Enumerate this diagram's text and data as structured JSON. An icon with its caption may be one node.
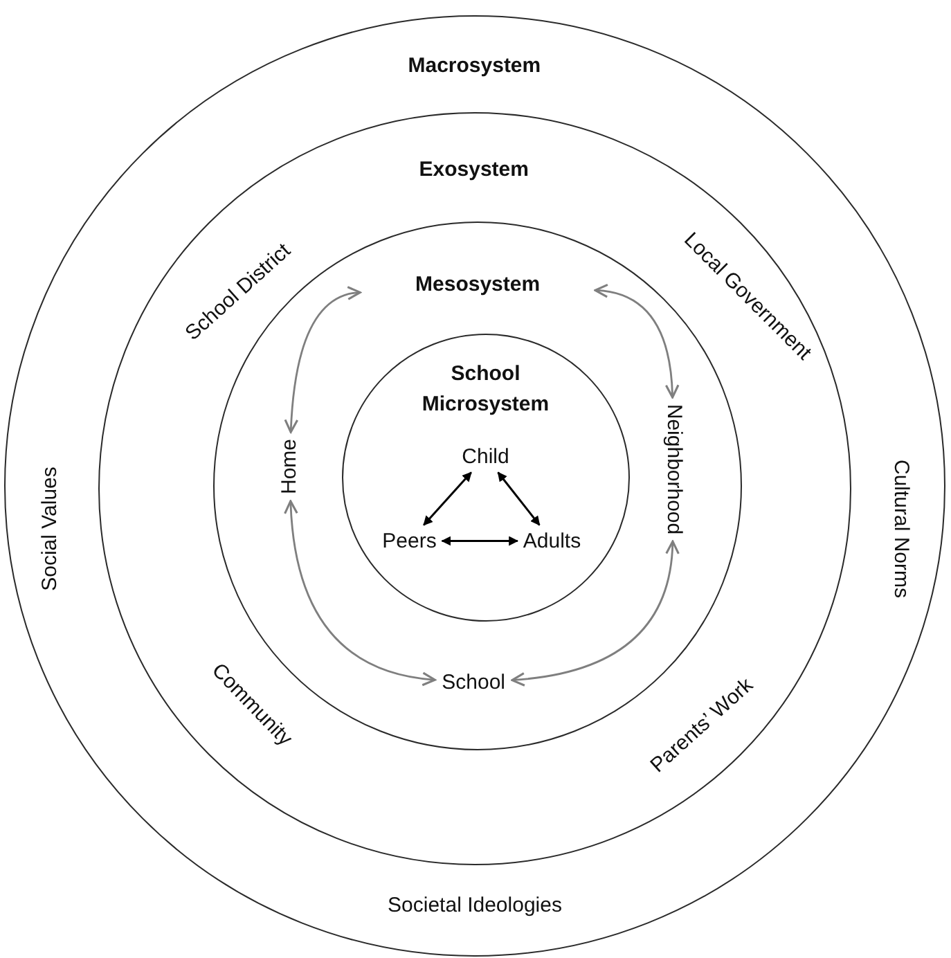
{
  "diagram": {
    "nodes": [
      {
        "text": [
          "Macrosystem"
        ]
      },
      {
        "text": [
          "Exosystem"
        ],
        "in": 0
      },
      {
        "text": [
          "Mesosystem"
        ],
        "in": 1
      },
      {
        "text": [
          "School Microsystem"
        ],
        "in": 2
      },
      {
        "text": [
          "Child"
        ],
        "in": 3
      },
      {
        "text": [
          "Peers"
        ],
        "in": 3
      },
      {
        "text": [
          "Adults"
        ],
        "in": 3
      },
      {
        "text": [
          "Home"
        ],
        "in": 2
      },
      {
        "text": [
          "Neighborhood"
        ],
        "in": 2
      },
      {
        "text": [
          "School"
        ],
        "in": 2
      }
    ],
    "edges": [
      {
        "from": 4,
        "to": 5,
        "arrow": "both",
        "color": "#000000"
      },
      {
        "from": 4,
        "to": 6,
        "arrow": "both",
        "color": "#000000"
      },
      {
        "from": 5,
        "to": 6,
        "arrow": "both",
        "color": "#000000"
      },
      {
        "from": 7,
        "to": 2,
        "arrow": "both"
      },
      {
        "from": 2,
        "to": 8,
        "arrow": "both"
      },
      {
        "from": 7,
        "to": 9,
        "arrow": "both"
      },
      {
        "from": 9,
        "to": 8,
        "arrow": "both"
      }
    ],
    "labels": [
      "Social Values",
      "Cultural Norms",
      "Societal Ideologies",
      "School District",
      "Local Government",
      "Community",
      "Parents’ Work"
    ]
  }
}
